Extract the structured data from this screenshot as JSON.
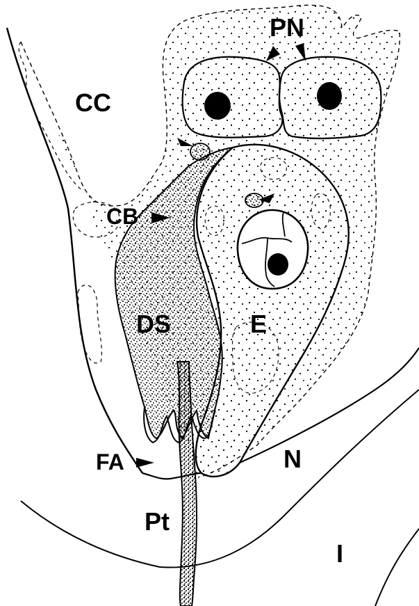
{
  "figure": {
    "labels": {
      "pn": "PN",
      "cc": "CC",
      "cb": "CB",
      "ds": "DS",
      "e": "E",
      "fa": "FA",
      "n": "N",
      "pt": "Pt",
      "i": "I"
    }
  },
  "colors": {
    "ink": "#000000",
    "background": "#ffffff"
  }
}
